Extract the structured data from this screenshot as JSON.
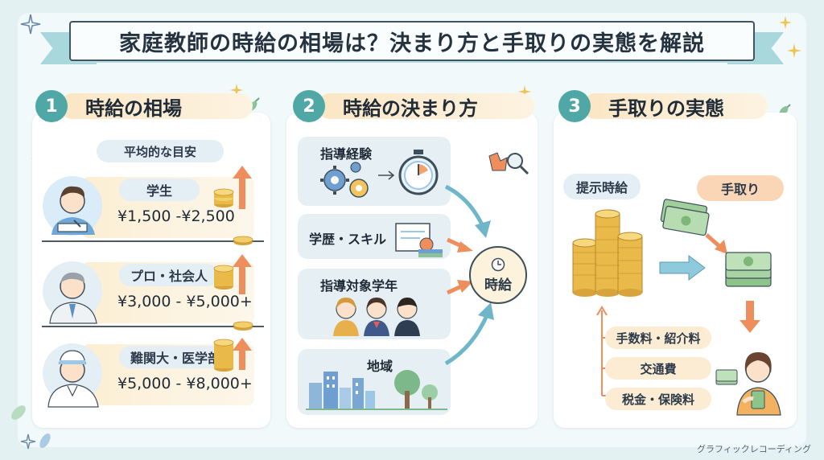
{
  "title": "家庭教師の時給の相場は？決まり方と手取りの実態を解説",
  "sections": [
    {
      "number": "1",
      "heading": "時給の相場",
      "subheading": "平均的な目安",
      "tiers": [
        {
          "label": "学生",
          "price": "¥1,500 -¥2,500"
        },
        {
          "label": "プロ・社会人",
          "price": "¥3,000 - ¥5,000+"
        },
        {
          "label": "難関大・医学部",
          "price": "¥5,000 - ¥8,000+"
        }
      ]
    },
    {
      "number": "2",
      "heading": "時給の決まり方",
      "factors": [
        "指導経験",
        "学歴・スキル",
        "指導対象学年",
        "地域"
      ],
      "result": "時給"
    },
    {
      "number": "3",
      "heading": "手取りの実態",
      "offered": "提示時給",
      "takehome": "手取り",
      "deductions": [
        "手数料・紹介料",
        "交通費",
        "税金・保険料"
      ]
    }
  ],
  "credit": "グラフィックレコーディング",
  "colors": {
    "teal": "#4fa7a6",
    "banner_tail": "#a9d8dc",
    "highlight": "#fbe6c4",
    "arrow_blue": "#6fb6c9",
    "arrow_orange": "#ef8e5d",
    "coin": "#e9b949"
  }
}
